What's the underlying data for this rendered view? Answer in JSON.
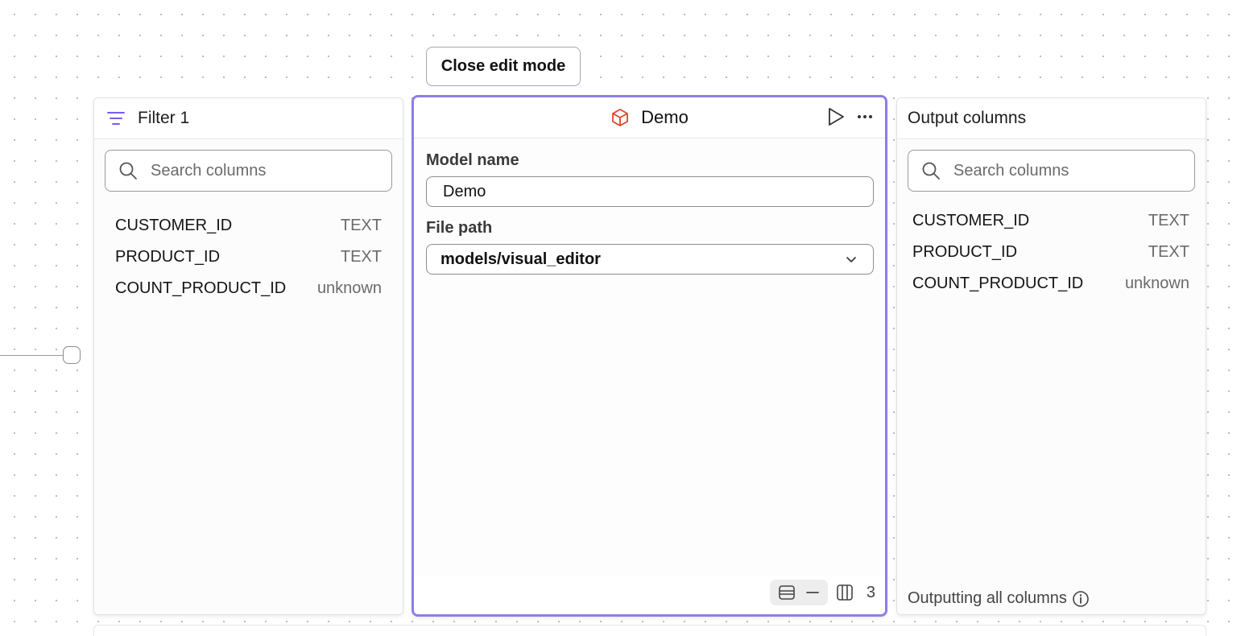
{
  "canvas": {
    "close_edit_label": "Close edit mode"
  },
  "left_panel": {
    "title": "Filter 1",
    "icon": "filter-icon",
    "search_placeholder": "Search columns",
    "columns": [
      {
        "name": "CUSTOMER_ID",
        "type": "TEXT"
      },
      {
        "name": "PRODUCT_ID",
        "type": "TEXT"
      },
      {
        "name": "COUNT_PRODUCT_ID",
        "type": "unknown"
      }
    ]
  },
  "model_panel": {
    "title": "Demo",
    "icon": "cube-icon",
    "model_name_label": "Model name",
    "model_name_value": "Demo",
    "file_path_label": "File path",
    "file_path_value": "models/visual_editor",
    "column_count": "3"
  },
  "right_panel": {
    "title": "Output columns",
    "search_placeholder": "Search columns",
    "columns": [
      {
        "name": "CUSTOMER_ID",
        "type": "TEXT"
      },
      {
        "name": "PRODUCT_ID",
        "type": "TEXT"
      },
      {
        "name": "COUNT_PRODUCT_ID",
        "type": "unknown"
      }
    ],
    "footer_text": "Outputting all columns"
  },
  "colors": {
    "active_border": "#8b7fe6",
    "filter_icon": "#7b5cf0",
    "cube_icon": "#e0442a"
  }
}
